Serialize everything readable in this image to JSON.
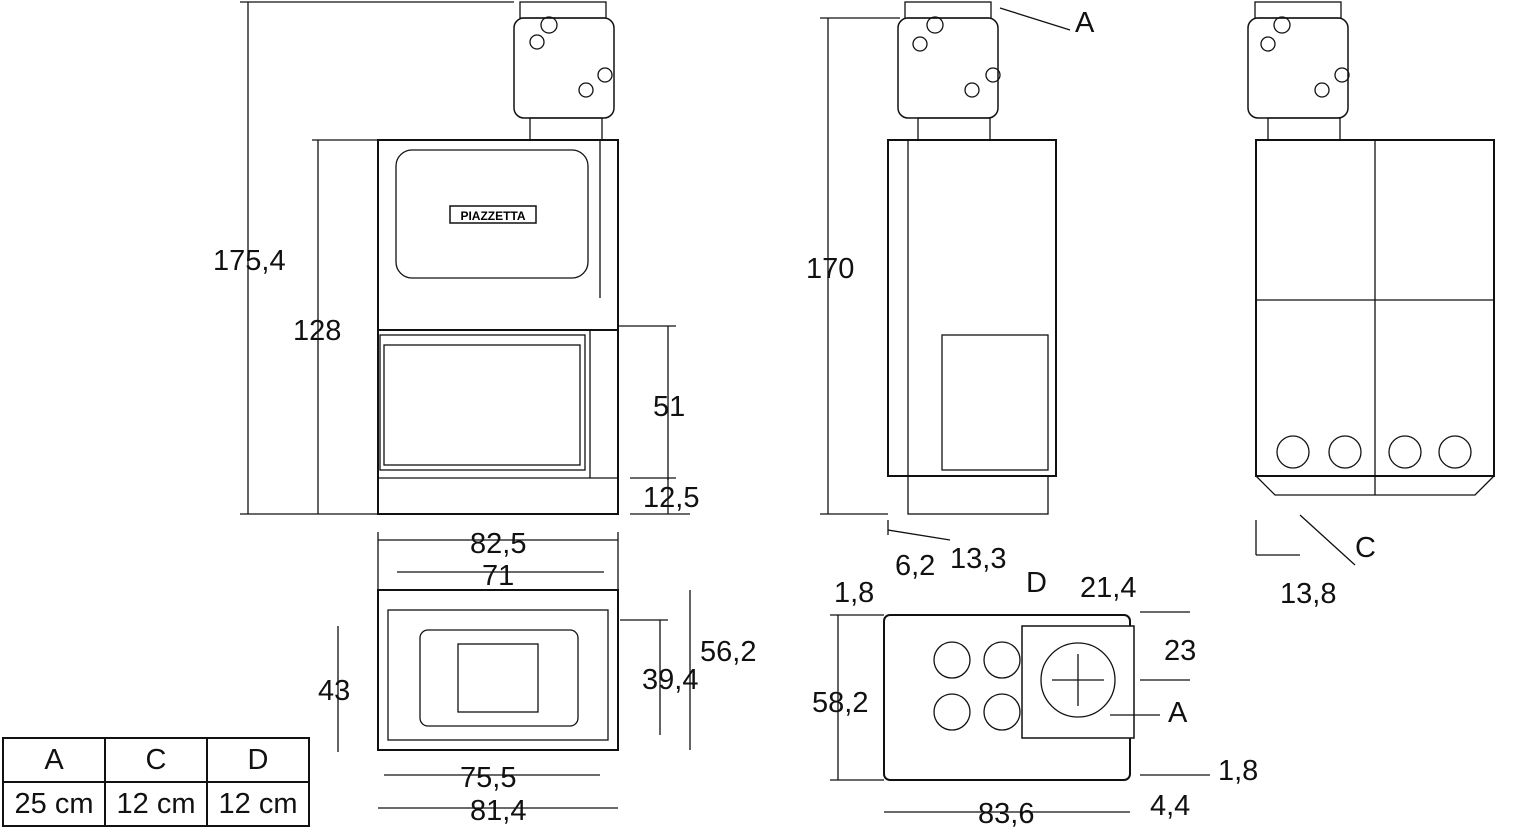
{
  "logo": "PIAZZETTA",
  "front_view": {
    "total_height": "175,4",
    "body_height": "128",
    "door_height": "51",
    "base_height": "12,5"
  },
  "top_view_front": {
    "width_outer": "82,5",
    "width_inner": "71",
    "depth_outer": "56,2",
    "depth_inner": "39,4",
    "depth_left": "43",
    "width_bottom_inner": "75,5",
    "width_bottom_outer": "81,4"
  },
  "side_view": {
    "height": "170",
    "offset_a": "6,2",
    "offset_b": "13,3",
    "label_a": "A"
  },
  "top_view_side": {
    "offset_top": "1,8",
    "label_d": "D",
    "collar_width": "21,4",
    "collar_offset": "23",
    "depth": "58,2",
    "label_a": "A",
    "offset_right": "1,8",
    "offset_bottom_right": "4,4",
    "width": "83,6"
  },
  "rear_view": {
    "label_c": "C",
    "offset": "13,8"
  },
  "legend": {
    "headers": [
      "A",
      "C",
      "D"
    ],
    "values": [
      "25 cm",
      "12 cm",
      "12 cm"
    ]
  }
}
